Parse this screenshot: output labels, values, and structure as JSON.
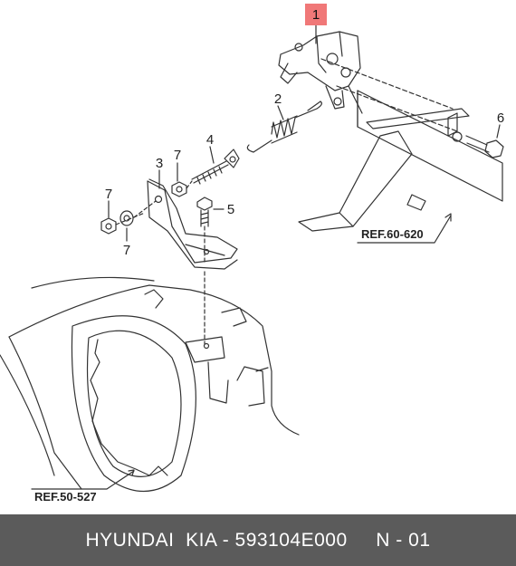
{
  "callouts": {
    "c1": "1",
    "c2": "2",
    "c3": "3",
    "c4": "4",
    "c5": "5",
    "c6": "6",
    "c7a": "7",
    "c7b": "7",
    "c7c": "7"
  },
  "refs": {
    "ref_top": "REF.60-620",
    "ref_bottom": "REF.50-527"
  },
  "footer": {
    "text": "HYUNDAI  KIA - 593104E000     N - 01"
  },
  "colors": {
    "highlight": "#f07878",
    "footer_bg": "#5b5b5b",
    "line": "#333333"
  }
}
